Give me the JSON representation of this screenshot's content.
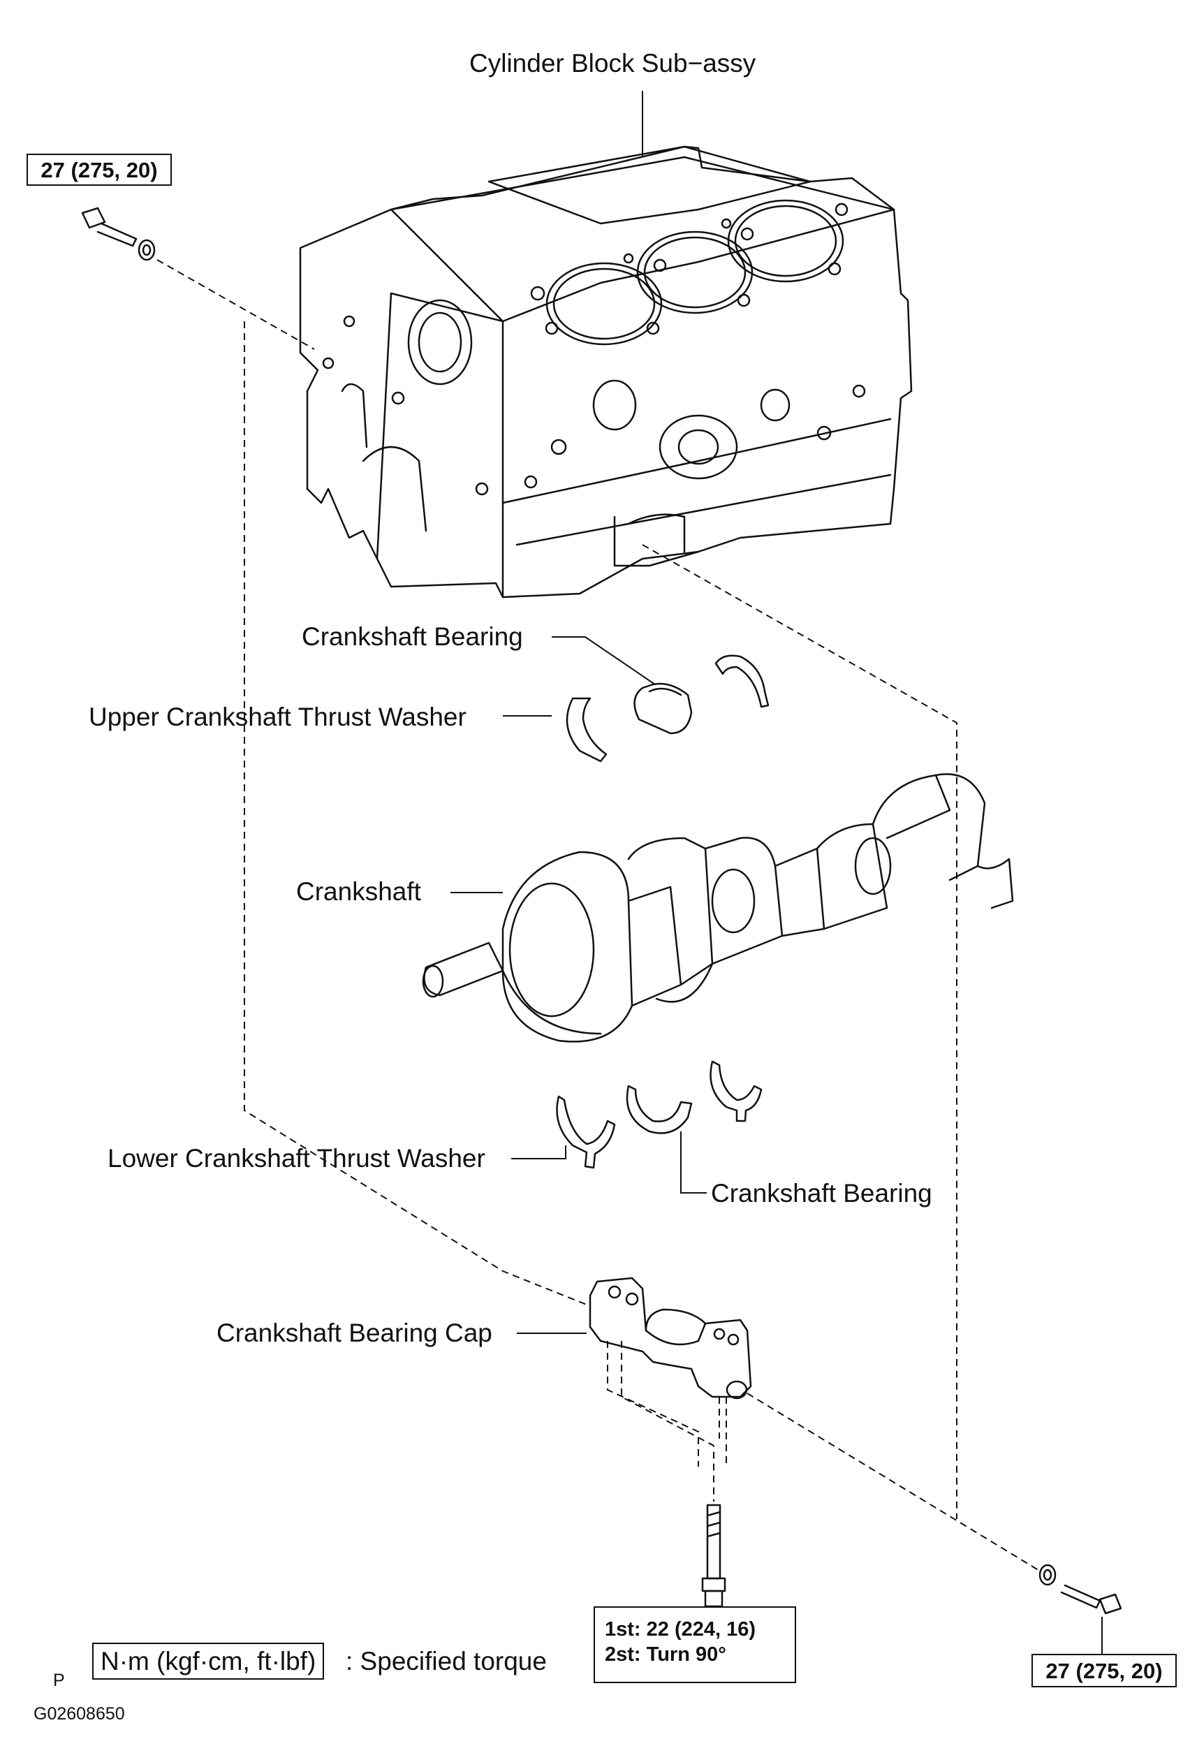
{
  "labels": {
    "cylinder_block": "Cylinder Block Sub−assy",
    "crankshaft_bearing_upper": "Crankshaft Bearing",
    "upper_thrust_washer": "Upper Crankshaft Thrust Washer",
    "crankshaft": "Crankshaft",
    "lower_thrust_washer": "Lower Crankshaft Thrust Washer",
    "crankshaft_bearing_lower": "Crankshaft Bearing",
    "bearing_cap": "Crankshaft Bearing Cap"
  },
  "torque": {
    "top_left": "27 (275, 20)",
    "bottom_right": "27 (275, 20)",
    "cap_bolt_first": "1st: 22 (224, 16)",
    "cap_bolt_second": "2st: Turn 90°"
  },
  "legend": {
    "unit_box": "N·m (kgf·cm, ft·lbf)",
    "description": ": Specified torque"
  },
  "footer": {
    "letter": "P",
    "figure_code": "G02608650"
  }
}
